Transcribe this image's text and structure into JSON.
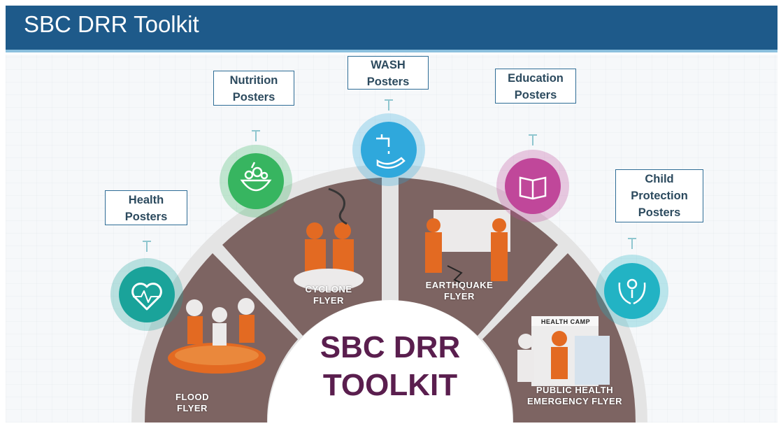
{
  "header": {
    "title": "SBC DRR Toolkit"
  },
  "posters": [
    {
      "line1": "Health",
      "line2": "Posters",
      "icon": "heart-pulse-icon",
      "color": "#1aa39a"
    },
    {
      "line1": "Nutrition",
      "line2": "Posters",
      "icon": "food-bowl-icon",
      "color": "#37b560"
    },
    {
      "line1": "WASH",
      "line2": "Posters",
      "icon": "tap-water-icon",
      "color": "#2fa8dc"
    },
    {
      "line1": "Education",
      "line2": "Posters",
      "icon": "open-book-icon",
      "color": "#c0479a"
    },
    {
      "line1": "Child",
      "line2": "Protection",
      "line3": "Posters",
      "icon": "hands-child-icon",
      "color": "#22b3c4"
    }
  ],
  "flyers": [
    {
      "line1": "FLOOD",
      "line2": "FLYER"
    },
    {
      "line1": "CYCLONE",
      "line2": "FLYER"
    },
    {
      "line1": "EARTHQUAKE",
      "line2": "FLYER"
    },
    {
      "line1": "PUBLIC HEALTH",
      "line2": "EMERGENCY FLYER",
      "sign": "HEALTH CAMP"
    }
  ],
  "center": {
    "line1": "SBC DRR",
    "line2": "TOOLKIT"
  },
  "colors": {
    "header": "#1e5a8a",
    "segment": "#7d6462",
    "center_text": "#5a1e4e",
    "ring": "#e4e4e4"
  }
}
